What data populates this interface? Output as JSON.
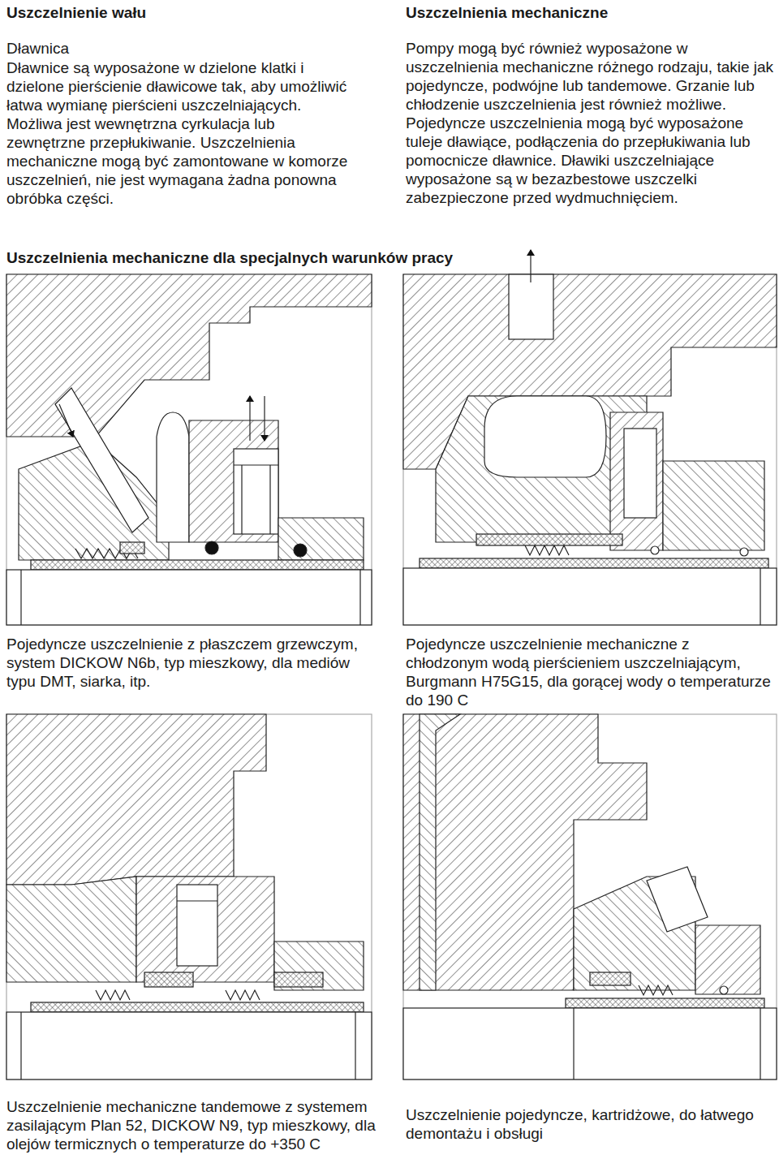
{
  "diagram": {
    "title": "Uszczelnienie wału",
    "labels": [
      "Dławnica",
      "Dławnice są wyposażone w dzielone klatki i dzielone pierścienie dławicowe tak, aby umożliwić łatwa wymianę pierścieni uszczelniających. Możliwa jest wewnętrzna cyrkulacja lub zewnętrzne przepłukiwanie. Uszczelnienia mechaniczne mogą być zamontowane w komorze uszczelnień, nie jest wymagana żadna ponowna obróbka części.",
      "Uszczelnienia mechaniczne",
      "Pompy mogą być również wyposażone w uszczelnienia mechaniczne różnego rodzaju, takie jak pojedyncze, podwójne lub tandemowe. Grzanie lub chłodzenie uszczelnienia jest również możliwe. Pojedyncze uszczelnienia mogą być wyposażone tuleje dławiące, podłączenia do przepłukiwania lub pomocnicze dławnice. Dławiki uszczelniające wyposażone są w bezazbestowe uszczelki zabezpieczone przed wydmuchnięciem.",
      "Uszczelnienia mechaniczne dla specjalnych warunków pracy",
      "Pojedyncze uszczelnienie z płaszczem grzewczym, system DICKOW N6b, typ mieszkowy, dla mediów typu DMT, siarka, itp.",
      "Pojedyncze uszczelnienie mechaniczne z chłodzonym wodą pierścieniem uszczelniającym, Burgmann H75G15, dla gorącej wody o temperaturze do 190 C",
      "Uszczelnienie mechaniczne tandemowe z systemem zasilającym Plan 52, DICKOW N9, typ mieszkowy, dla olejów termicznych o temperaturze do +350 C",
      "Uszczelnienie pojedyncze, kartridżowe, do łatwego demontażu i obsługi"
    ]
  }
}
